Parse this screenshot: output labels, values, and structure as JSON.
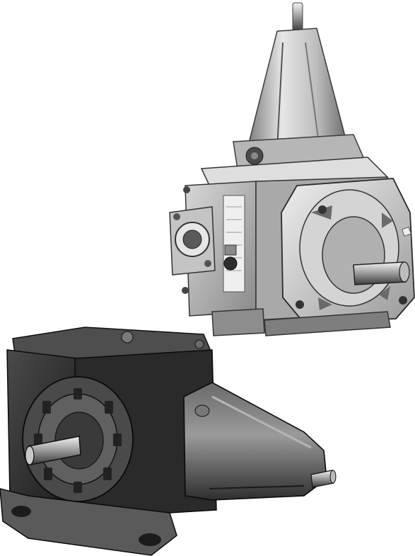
{
  "image": {
    "background": "#ffffff",
    "objects": [
      {
        "name": "hydraulic-pump-light",
        "finish": "light-gray",
        "color": "#cfcfcf"
      },
      {
        "name": "hydraulic-pump-dark",
        "finish": "dark-gray",
        "color": "#333333"
      }
    ]
  }
}
